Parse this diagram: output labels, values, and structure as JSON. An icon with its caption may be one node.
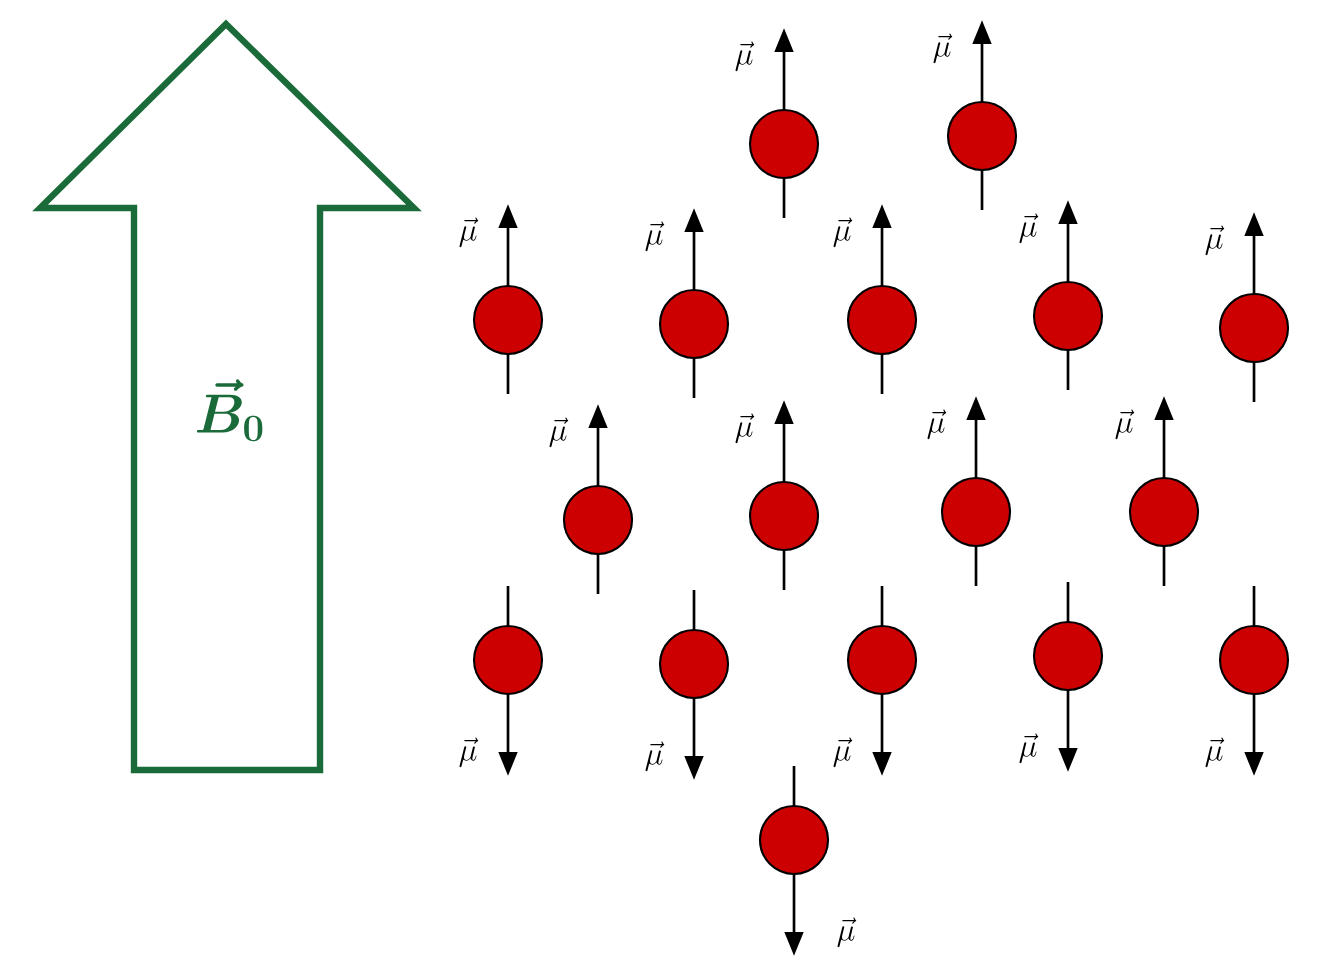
{
  "diagram": {
    "nodes": [
      {
        "text": [
          "\\vec{B}_0"
        ]
      },
      {
        "text": [],
        "shape": "circle",
        "beside": [
          "\\vec{\\mu}"
        ]
      },
      {
        "text": [],
        "shape": "circle",
        "beside": [
          "\\vec{\\mu}"
        ]
      },
      {
        "text": [],
        "shape": "circle",
        "beside": [
          "\\vec{\\mu}"
        ]
      },
      {
        "text": [],
        "shape": "circle",
        "beside": [
          "\\vec{\\mu}"
        ]
      },
      {
        "text": [],
        "shape": "circle",
        "beside": [
          "\\vec{\\mu}"
        ]
      },
      {
        "text": [],
        "shape": "circle",
        "beside": [
          "\\vec{\\mu}"
        ]
      },
      {
        "text": [],
        "shape": "circle",
        "beside": [
          "\\vec{\\mu}"
        ]
      },
      {
        "text": [],
        "shape": "circle",
        "beside": [
          "\\vec{\\mu}"
        ]
      },
      {
        "text": [],
        "shape": "circle",
        "beside": [
          "\\vec{\\mu}"
        ]
      },
      {
        "text": [],
        "shape": "circle",
        "beside": [
          "\\vec{\\mu}"
        ]
      },
      {
        "text": [],
        "shape": "circle",
        "beside": [
          "\\vec{\\mu}"
        ]
      },
      {
        "text": [],
        "shape": "circle",
        "beside": [
          "\\vec{\\mu}"
        ]
      },
      {
        "text": [],
        "shape": "circle",
        "beside": [
          "\\vec{\\mu}"
        ]
      },
      {
        "text": [],
        "shape": "circle",
        "beside": [
          "\\vec{\\mu}"
        ]
      },
      {
        "text": [],
        "shape": "circle",
        "beside": [
          "\\vec{\\mu}"
        ]
      },
      {
        "text": [],
        "shape": "circle",
        "beside": [
          "\\vec{\\mu}"
        ]
      },
      {
        "text": [],
        "shape": "circle",
        "beside": [
          "\\vec{\\mu}"
        ]
      }
    ]
  }
}
